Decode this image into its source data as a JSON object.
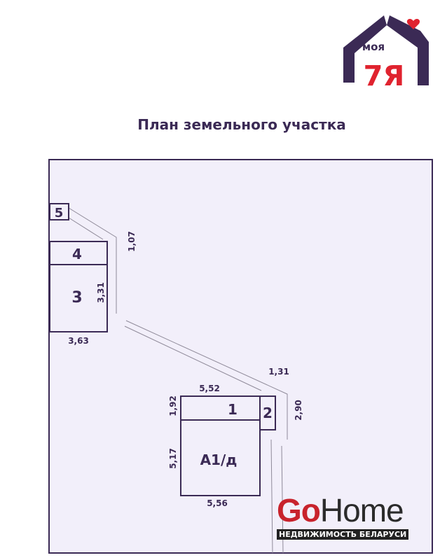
{
  "title": "План земельного участка",
  "logo_top": {
    "word": "моя",
    "mark": "7Я",
    "icon": "house-heart-logo"
  },
  "buildings": [
    {
      "id": "5"
    },
    {
      "id": "4"
    },
    {
      "id": "3"
    },
    {
      "id": "1"
    },
    {
      "id": "2"
    },
    {
      "id": "А1/д"
    }
  ],
  "dimensions": {
    "d107": "1,07",
    "d331": "3,31",
    "d363": "3,63",
    "d131": "1,31",
    "d552": "5,52",
    "d192": "1,92",
    "d290": "2,90",
    "d517": "5,17",
    "d556": "5,56"
  },
  "watermark": {
    "go": "Go",
    "home": "Home",
    "subtitle": "НЕДВИЖИМОСТЬ БЕЛАРУСИ"
  },
  "colors": {
    "ink": "#3b2a55",
    "plot_bg": "#f2effa",
    "red": "#e0232f"
  }
}
